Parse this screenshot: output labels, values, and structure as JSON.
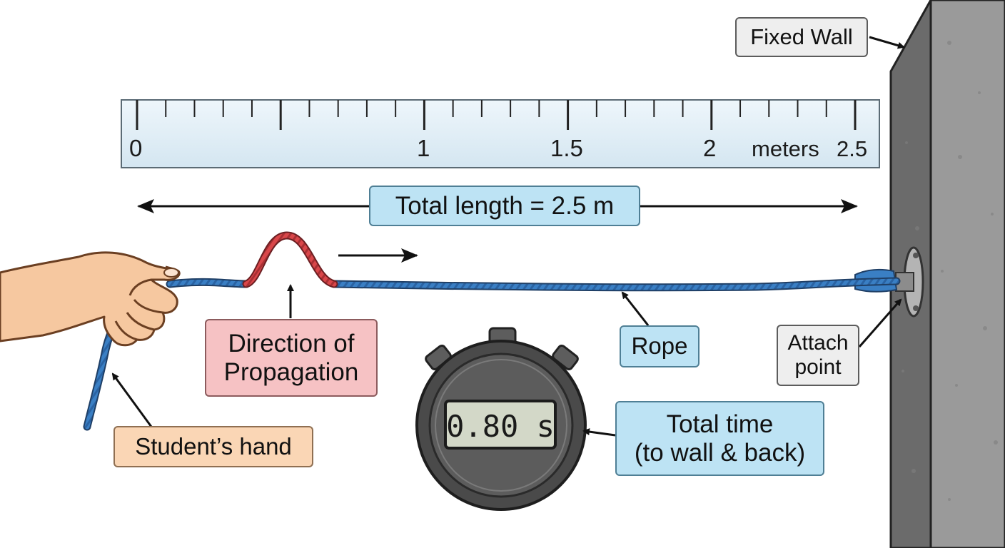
{
  "labels": {
    "fixed_wall": "Fixed Wall",
    "total_length": "Total length = 2.5 m",
    "direction_line1": "Direction of",
    "direction_line2": "Propagation",
    "rope": "Rope",
    "attach_line1": "Attach",
    "attach_line2": "point",
    "hand": "Student’s hand",
    "time_line1": "Total time",
    "time_line2": "(to wall & back)"
  },
  "ruler": {
    "tick_labels": [
      "0",
      "1",
      "1.5",
      "2"
    ],
    "unit": "meters",
    "end_label": "2.5"
  },
  "stopwatch": {
    "reading": "0.80 s"
  },
  "colors": {
    "rope": "#3a7fc4",
    "pulse": "#d9474a",
    "wall": "#8a8a8a",
    "label_blue": "#bde3f4",
    "label_red": "#f6c2c4",
    "label_orange": "#fad6b5",
    "label_gray": "#eeeeee"
  }
}
